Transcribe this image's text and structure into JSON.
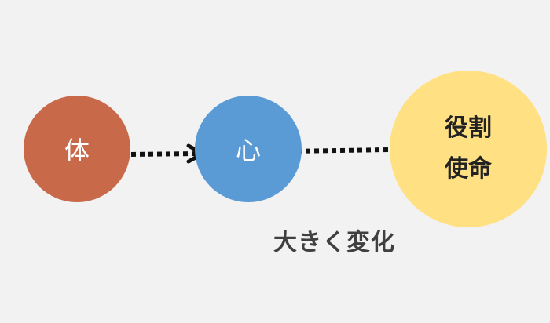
{
  "nodes": {
    "body": {
      "label": "体",
      "color": "#c8694a"
    },
    "mind": {
      "label": "心",
      "color": "#5b9bd5"
    },
    "role": {
      "line1": "役割",
      "line2": "使命",
      "color": "#ffe083"
    }
  },
  "caption": "大きく変化"
}
